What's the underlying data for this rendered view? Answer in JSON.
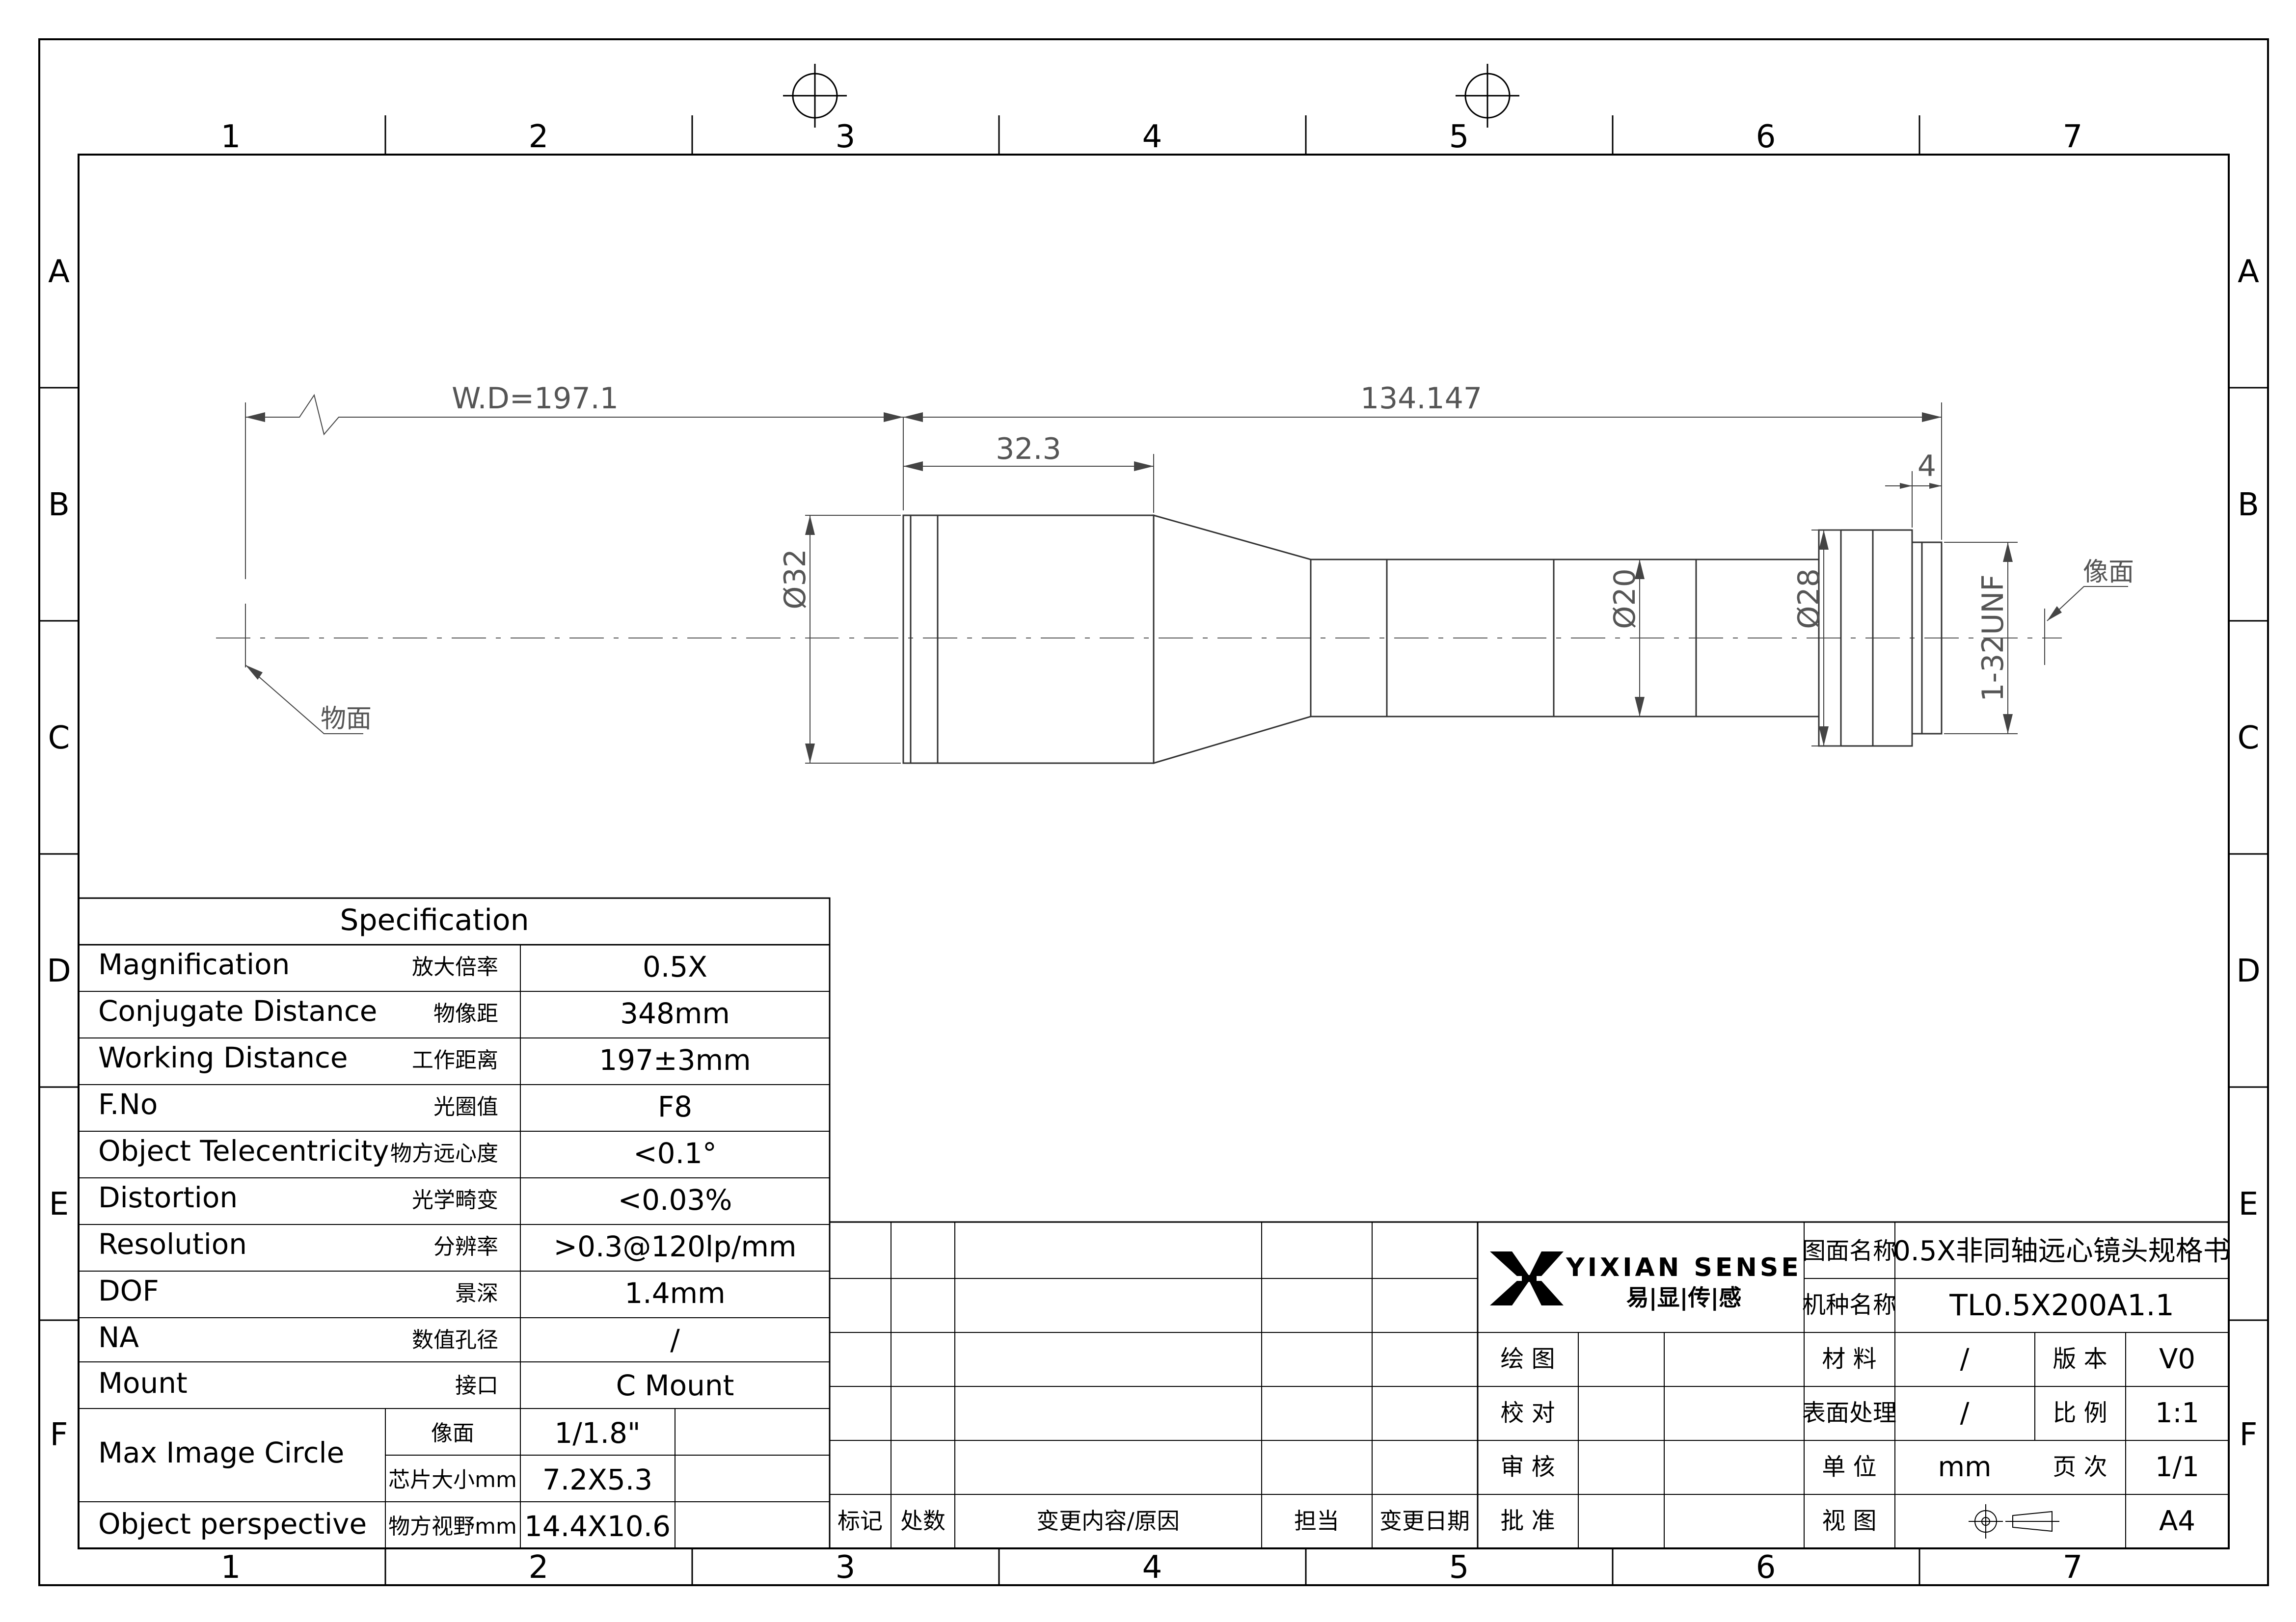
{
  "zones": {
    "columns": [
      "1",
      "2",
      "3",
      "4",
      "5",
      "6",
      "7"
    ],
    "rows": [
      "A",
      "B",
      "C",
      "D",
      "E",
      "F"
    ]
  },
  "dimensions": {
    "working_distance": "W.D=197.1",
    "total_length": "134.147",
    "front_length": "32.3",
    "flange_width": "4",
    "dia_front": "Ø32",
    "dia_mid": "Ø20",
    "dia_rear": "Ø28",
    "thread": "1-32UNF",
    "object_plane": "物面",
    "image_plane": "像面"
  },
  "spec": {
    "title": "Specification",
    "rows": [
      {
        "en": "Magnification",
        "cn": "放大倍率",
        "value": "0.5X"
      },
      {
        "en": "Conjugate Distance",
        "cn": "物像距",
        "value": "348mm"
      },
      {
        "en": "Working Distance",
        "cn": "工作距离",
        "value": "197±3mm"
      },
      {
        "en": "F.No",
        "cn": "光圈值",
        "value": "F8"
      },
      {
        "en": "Object Telecentricity",
        "cn": "物方远心度",
        "value": "<0.1°"
      },
      {
        "en": "Distortion",
        "cn": "光学畸变",
        "value": "<0.03%"
      },
      {
        "en": "Resolution",
        "cn": "分辨率",
        "value": ">0.3@120lp/mm"
      },
      {
        "en": "DOF",
        "cn": "景深",
        "value": "1.4mm"
      },
      {
        "en": "NA",
        "cn": "数值孔径",
        "value": "/"
      },
      {
        "en": "Mount",
        "cn": "接口",
        "value": "C Mount"
      }
    ],
    "max_image_circle": {
      "label": "Max Image Circle",
      "sub1_label": "像面",
      "sub1_value": "1/1.8\"",
      "sub2_label": "芯片大小mm",
      "sub2_value": "7.2X5.3"
    },
    "object_perspective": {
      "label": "Object perspective",
      "cn": "物方视野mm",
      "value": "14.4X10.6"
    }
  },
  "revision_table": {
    "headers": [
      "标记",
      "处数",
      "变更内容/原因",
      "担当",
      "变更日期"
    ]
  },
  "title_block": {
    "brand": "YIXIAN SENSE",
    "brand_cn": "易|显|传|感",
    "drawing_name_label": "图面名称",
    "drawing_name": "0.5X非同轴远心镜头规格书",
    "model_label": "机种名称",
    "model": "TL0.5X200A1.1",
    "draw_label": "绘 图",
    "check_label": "校 对",
    "review_label": "审 核",
    "approve_label": "批 准",
    "material_label": "材 料",
    "material": "/",
    "version_label": "版 本",
    "version": "V0",
    "surface_label": "表面处理",
    "surface": "/",
    "scale_label": "比 例",
    "scale": "1:1",
    "unit_label": "单 位",
    "unit": "mm",
    "page_label": "页 次",
    "page": "1/1",
    "view_label": "视 图",
    "paper": "A4"
  },
  "colors": {
    "line": "#000000",
    "dimension": "#555555",
    "background": "#ffffff"
  }
}
